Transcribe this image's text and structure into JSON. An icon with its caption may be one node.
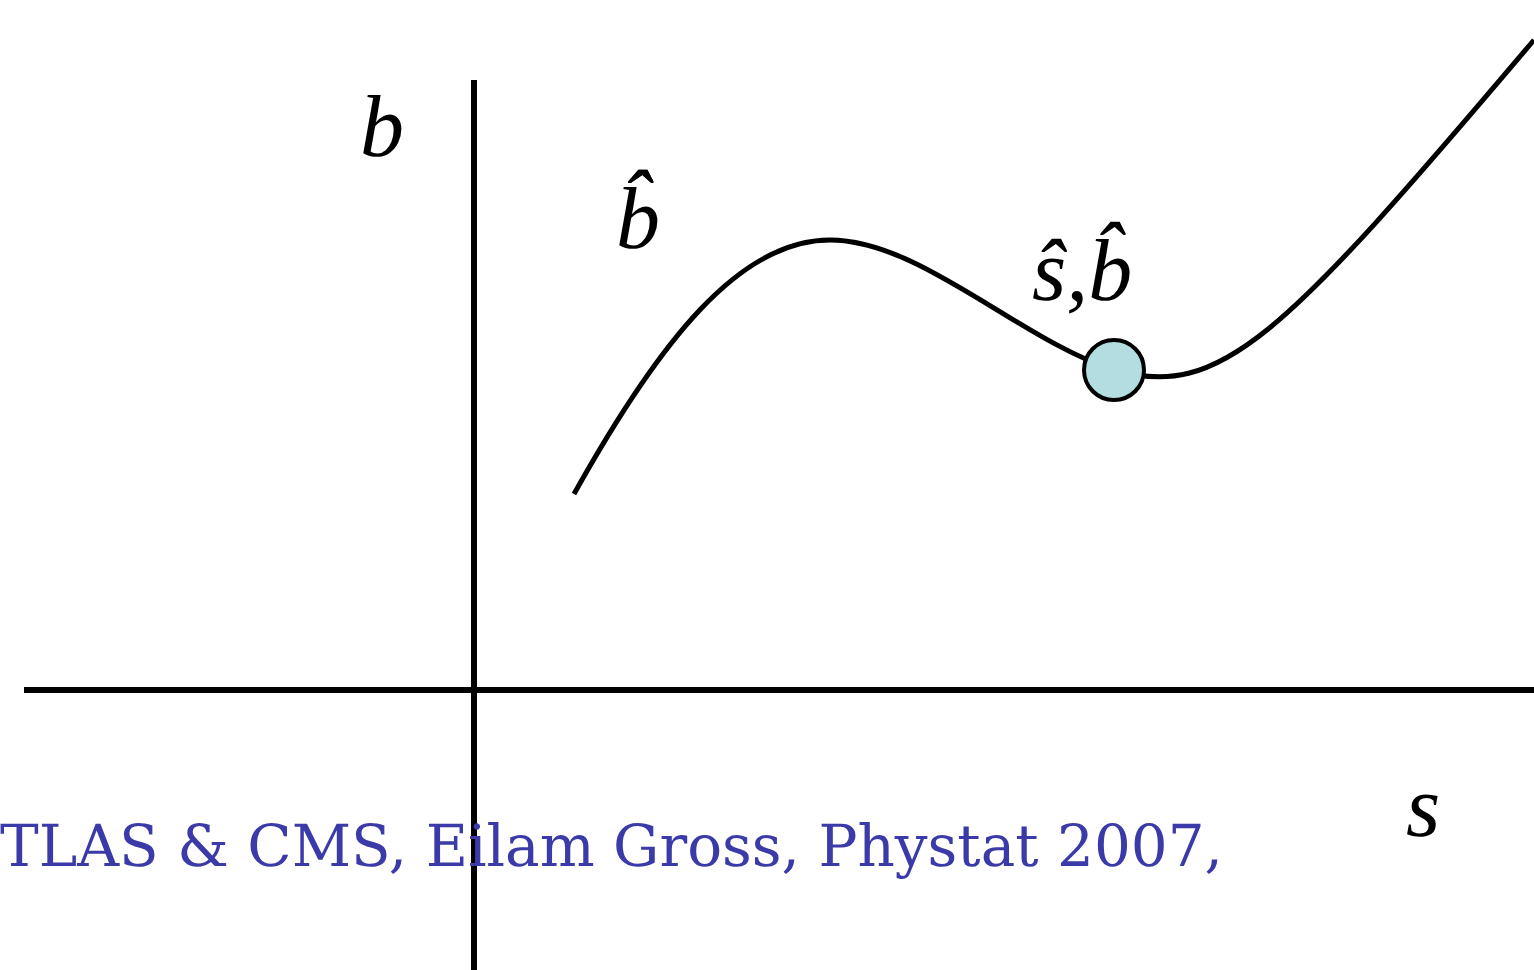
{
  "diagram": {
    "nodes": [
      {
        "text": [],
        "shape": "circle",
        "beside": [
          "ŝ,b̂"
        ]
      }
    ],
    "edges": [],
    "labels": [
      "b",
      "b̂̂",
      "s",
      "TLAS & CMS, Eilam Gross, Phystat 2007,"
    ]
  }
}
